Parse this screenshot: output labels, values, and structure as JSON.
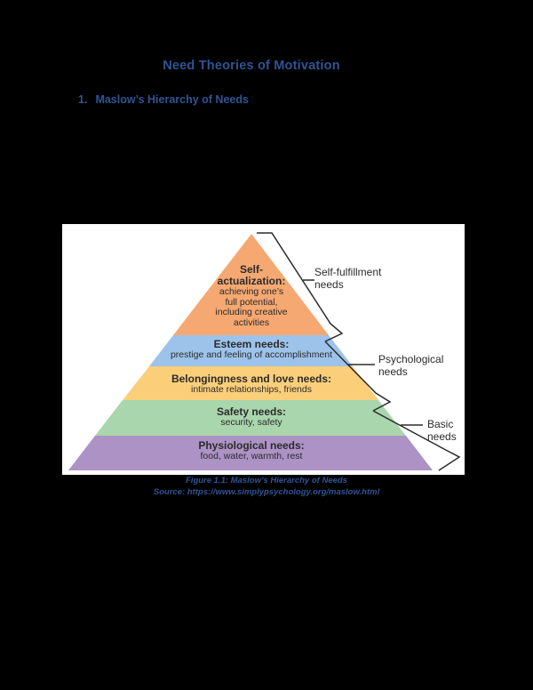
{
  "page": {
    "title": "Need Theories of Motivation",
    "section_number": "1.",
    "section_title": "Maslow’s Hierarchy of Needs",
    "accent_color": "#2F5496",
    "background_color": "#000000"
  },
  "pyramid": {
    "levels": [
      {
        "name": "self-actualization",
        "color": "#F5A871",
        "title_lines": [
          "Self-",
          "actualization:"
        ],
        "desc_lines": [
          "achieving one’s",
          "full potential,",
          "including creative",
          "activities"
        ]
      },
      {
        "name": "esteem",
        "color": "#9DC3EA",
        "title_lines": [
          "Esteem needs:"
        ],
        "desc_lines": [
          "prestige and feeling of accomplishment"
        ]
      },
      {
        "name": "belongingness-and-love",
        "color": "#FBCF79",
        "title_lines": [
          "Belongingness and love needs:"
        ],
        "desc_lines": [
          "intimate relationships, friends"
        ]
      },
      {
        "name": "safety",
        "color": "#A9D6AC",
        "title_lines": [
          "Safety needs:"
        ],
        "desc_lines": [
          "security, safety"
        ]
      },
      {
        "name": "physiological",
        "color": "#AC92C5",
        "title_lines": [
          "Physiological needs:"
        ],
        "desc_lines": [
          "food, water, warmth, rest"
        ]
      }
    ],
    "groups": [
      {
        "name": "self-fulfillment-needs",
        "label_lines": [
          "Self-fulfillment",
          "needs"
        ]
      },
      {
        "name": "psychological-needs",
        "label_lines": [
          "Psychological",
          "needs"
        ]
      },
      {
        "name": "basic-needs",
        "label_lines": [
          "Basic",
          "needs"
        ]
      }
    ]
  },
  "figure": {
    "caption": "Figure 1.1: Maslow’s Hierarchy of Needs",
    "source": "Source: https://www.simplypsychology.org/maslow.html"
  }
}
